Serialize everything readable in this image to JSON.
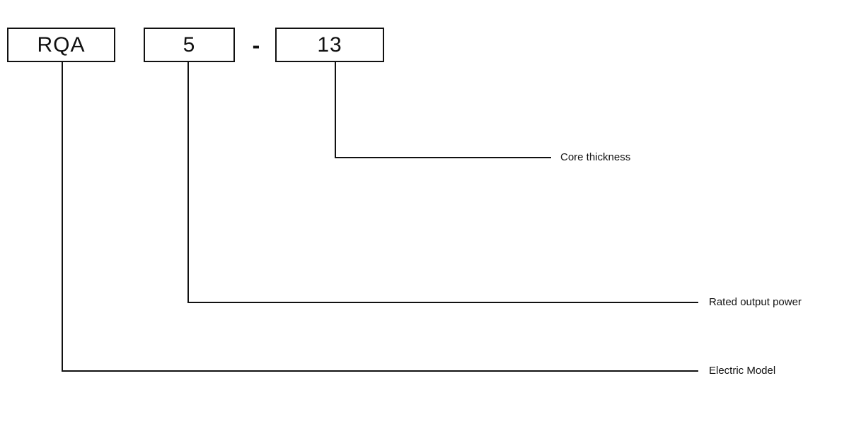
{
  "code_segments": {
    "model": "RQA",
    "power": "5",
    "separator": "-",
    "core": "13"
  },
  "callouts": {
    "core_thickness": "Core thickness",
    "rated_output_power": "Rated output power",
    "electric_model": "Electric Model"
  }
}
